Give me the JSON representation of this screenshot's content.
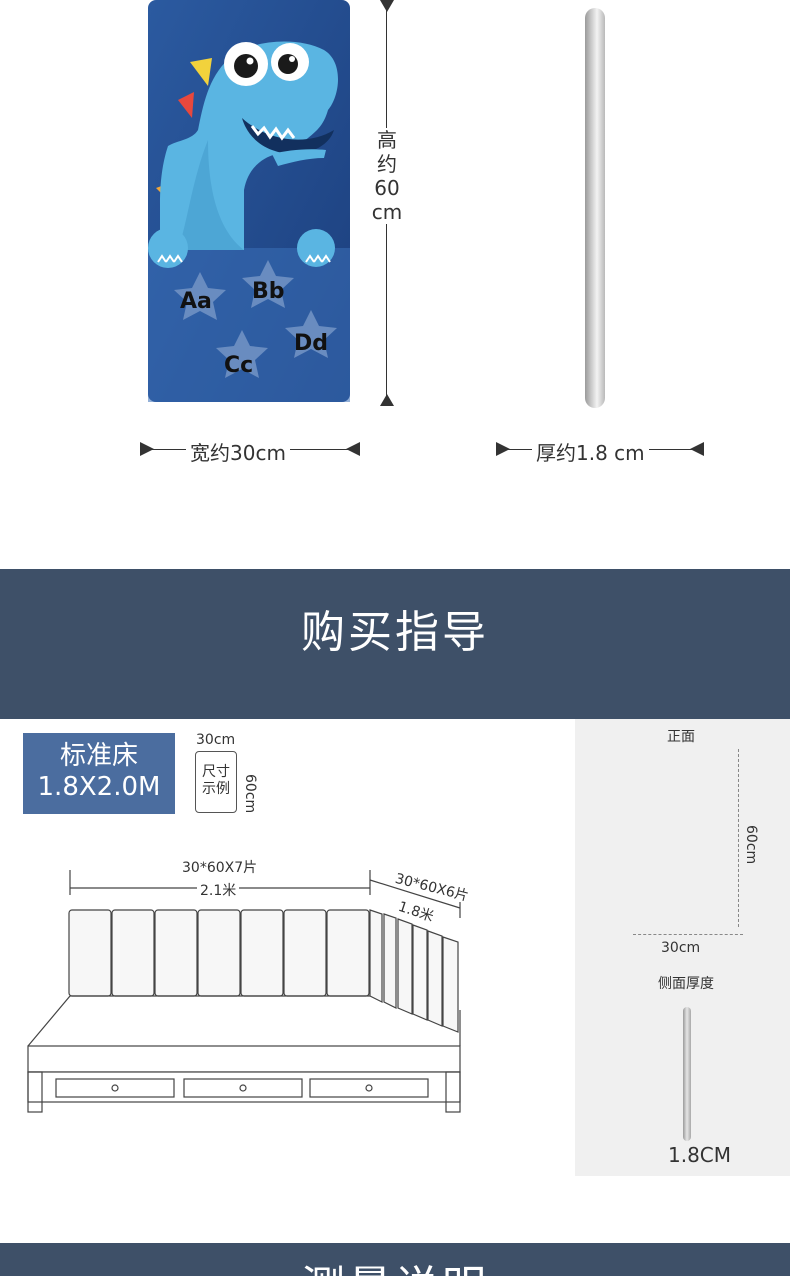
{
  "product_dims": {
    "height_label": [
      "高",
      "约",
      "60",
      "cm"
    ],
    "width_label": "宽约30cm",
    "thickness_label": "厚约1.8 cm"
  },
  "panel_art": {
    "letters": [
      "Aa",
      "Bb",
      "Cc",
      "Dd"
    ],
    "colors": {
      "bg": "#234c8c",
      "dino": "#56b4e0",
      "star": "#6d8fc2"
    }
  },
  "banner_guide": {
    "title": "购买指导"
  },
  "guide": {
    "std_title": "标准床",
    "std_size": "1.8X2.0M",
    "sample_width": "30cm",
    "sample_label_1": "尺寸",
    "sample_label_2": "示例",
    "sample_height": "60cm",
    "back_count": "30*60X7片",
    "back_length": "2.1米",
    "side_count": "30*60X6片",
    "side_length": "1.8米"
  },
  "side_panel": {
    "front_label": "正面",
    "height": "60cm",
    "width": "30cm",
    "thickness_title": "侧面厚度",
    "thickness": "1.8CM"
  },
  "banner_measure": {
    "title": "测量说明"
  },
  "colors": {
    "banner": "#3e5068",
    "std_box": "#4b6d9f",
    "grey_panel": "#f0f0f0"
  }
}
